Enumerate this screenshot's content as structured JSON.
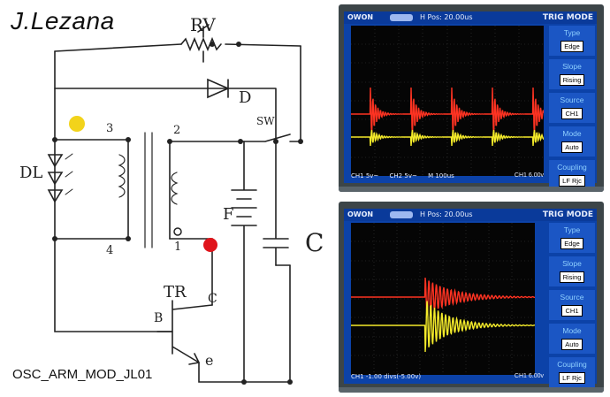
{
  "author": "J.Lezana",
  "caption": "OSC_ARM_MOD_JL01",
  "schematic_labels": {
    "rv": "RV",
    "d": "D",
    "sw": "SW",
    "dl": "DL",
    "f": "F",
    "c_cap": "C",
    "tr": "TR",
    "b": "B",
    "c": "C",
    "e": "e",
    "n1": "1",
    "n2": "2",
    "n3": "3",
    "n4": "4"
  },
  "colors": {
    "yellow_marker": "#f2d31b",
    "red_marker": "#e0141b",
    "ch1_trace": "#f3ea2a",
    "ch2_trace": "#ff3322",
    "scope_blue": "#0c42a8"
  },
  "scope_top": {
    "brand": "OWON",
    "h_pos": "H Pos: 20.00us",
    "trig_mode": "TRIG MODE",
    "side": [
      {
        "title": "Type",
        "value": "Edge"
      },
      {
        "title": "Slope",
        "value": "Rising"
      },
      {
        "title": "Source",
        "value": "CH1"
      },
      {
        "title": "Mode",
        "value": "Auto"
      },
      {
        "title": "Coupling",
        "value": "LF Rjc"
      }
    ],
    "bottom": [
      "CH1 5v~",
      "CH2 5v~",
      "M 100us"
    ],
    "bottom_right": "CH1 6.00v"
  },
  "scope_bottom": {
    "brand": "OWON",
    "h_pos": "H Pos: 20.00us",
    "trig_mode": "TRIG MODE",
    "side": [
      {
        "title": "Type",
        "value": "Edge"
      },
      {
        "title": "Slope",
        "value": "Rising"
      },
      {
        "title": "Source",
        "value": "CH1"
      },
      {
        "title": "Mode",
        "value": "Auto"
      },
      {
        "title": "Coupling",
        "value": "LF Rjc"
      }
    ],
    "bottom": [
      "CH1 -1.00 divs(-5.00v)"
    ],
    "bottom_right": "CH1 6.00v"
  }
}
